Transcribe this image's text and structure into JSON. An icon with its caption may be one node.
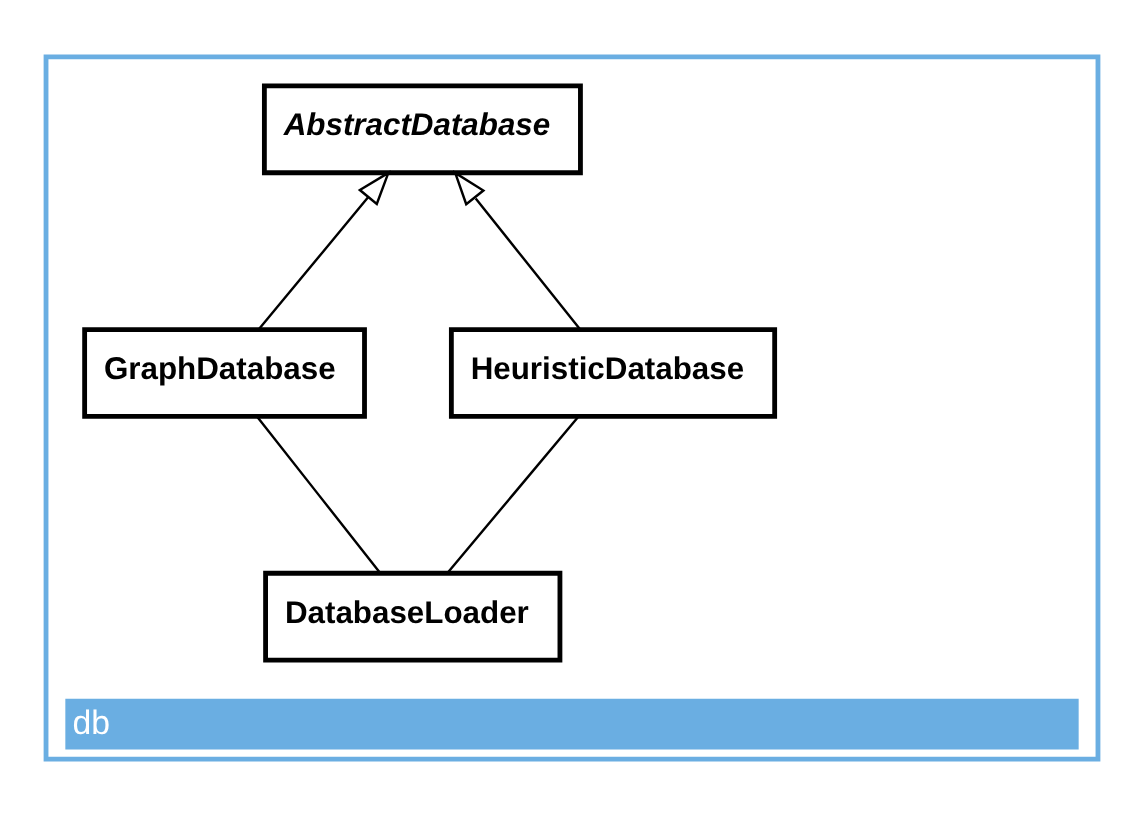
{
  "diagram": {
    "nodes": [
      {
        "text": [
          "db"
        ]
      },
      {
        "text": [
          "AbstractDatabase"
        ],
        "in": 0
      },
      {
        "text": [
          "GraphDatabase"
        ],
        "in": 0
      },
      {
        "text": [
          "HeuristicDatabase"
        ],
        "in": 0
      },
      {
        "text": [
          "DatabaseLoader"
        ],
        "in": 0
      }
    ],
    "edges": [
      {
        "from": 2,
        "to": 1,
        "arrow": "to"
      },
      {
        "from": 3,
        "to": 1,
        "arrow": "to"
      },
      {
        "from": 4,
        "to": 2,
        "arrow": "none"
      },
      {
        "from": 4,
        "to": 3,
        "arrow": "none"
      }
    ]
  }
}
